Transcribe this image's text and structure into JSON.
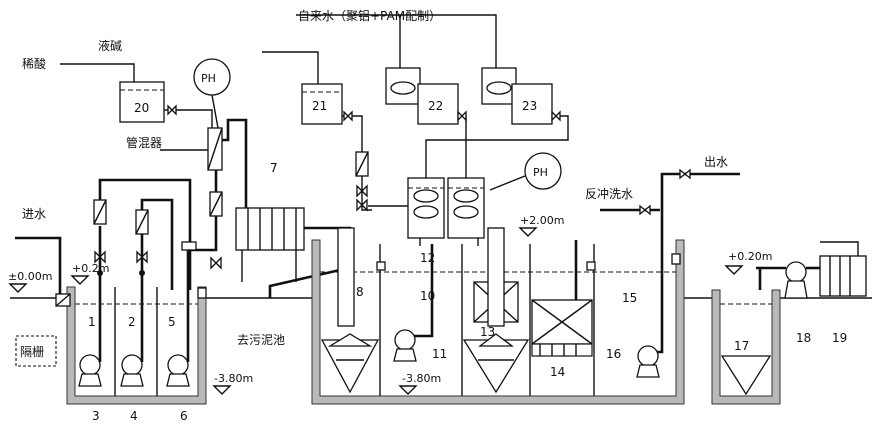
{
  "labels": {
    "tap_water": "自来水（聚铝+PAM配制）",
    "caustic": "液碱",
    "dilute_acid": "稀酸",
    "pipe_mixer": "管混器",
    "inlet_water": "进水",
    "screen": "隔栅",
    "to_sludge_tank": "去污泥池",
    "outlet_water": "出水",
    "backwash_water": "反冲洗水",
    "ph_1": "PH",
    "ph_2": "PH"
  },
  "elevations": {
    "ground": "±0.00m",
    "plus_0_2_left": "+0.2m",
    "minus_3_8_left": "-3.80m",
    "minus_3_8_center": "-3.80m",
    "plus_2_00": "+2.00m",
    "plus_0_20": "+0.20m"
  },
  "numbers": [
    "1",
    "2",
    "3",
    "4",
    "5",
    "6",
    "7",
    "8",
    "10",
    "11",
    "12",
    "13",
    "14",
    "15",
    "16",
    "17",
    "18",
    "19",
    "20",
    "21",
    "22",
    "23"
  ]
}
